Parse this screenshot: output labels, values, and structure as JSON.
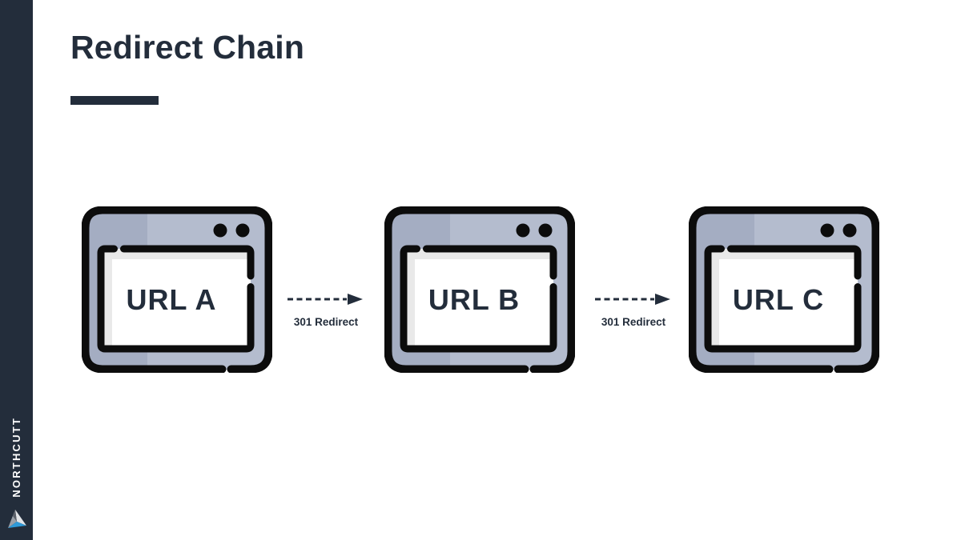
{
  "slide": {
    "background": "#ffffff"
  },
  "header": {
    "title": "Redirect Chain"
  },
  "sidebar": {
    "brand": "NORTHCUTT",
    "logo_icon": "northcutt-gem-logo"
  },
  "diagram": {
    "nodes": [
      {
        "label": "URL A",
        "icon": "browser-window-icon"
      },
      {
        "label": "URL B",
        "icon": "browser-window-icon"
      },
      {
        "label": "URL C",
        "icon": "browser-window-icon"
      }
    ],
    "connectors": [
      {
        "label": "301 Redirect",
        "icon": "dashed-arrow-right-icon"
      },
      {
        "label": "301 Redirect",
        "icon": "dashed-arrow-right-icon"
      }
    ]
  },
  "colors": {
    "ink": "#232d3b",
    "outline_black": "#0c0c0c",
    "window_body": "#b4bcce",
    "window_body_shade": "#a4adc2",
    "window_panel_gray": "#e9e9e9",
    "logo_blue": "#2f9ad8",
    "sidebar_bg": "#232d3b"
  }
}
